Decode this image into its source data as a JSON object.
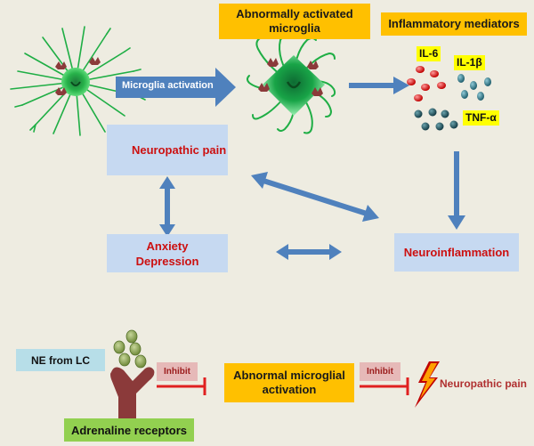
{
  "top": {
    "microglia_activation_label": "Microglia activation",
    "abnormally_activated_label": "Abnormally activated microglia",
    "inflammatory_mediators_label": "Inflammatory mediators",
    "il6_label": "IL-6",
    "il1b_label": "IL-1β",
    "tnfa_label": "TNF-α",
    "neuropathic_pain_label": "Neuropathic pain",
    "anxiety_label": "Anxiety",
    "depression_label": "Depression",
    "neuroinflammation_label": "Neuroinflammation"
  },
  "bottom": {
    "ne_from_lc_label": "NE from LC",
    "inhibit_label_1": "Inhibit",
    "inhibit_label_2": "Inhibit",
    "abnormal_microglial_label": "Abnormal microglial activation",
    "neuropathic_pain_label": "Neuropathic pain",
    "adrenaline_receptors_label": "Adrenaline receptors"
  },
  "colors": {
    "background": "#eeece1",
    "arrow_blue": "#4f81bd",
    "microglia_green": "#00b050",
    "receptor_brown": "#8b3a3a",
    "inhibit_red": "#e02020"
  },
  "icons": {
    "lightning": "lightning-bolt-icon"
  }
}
